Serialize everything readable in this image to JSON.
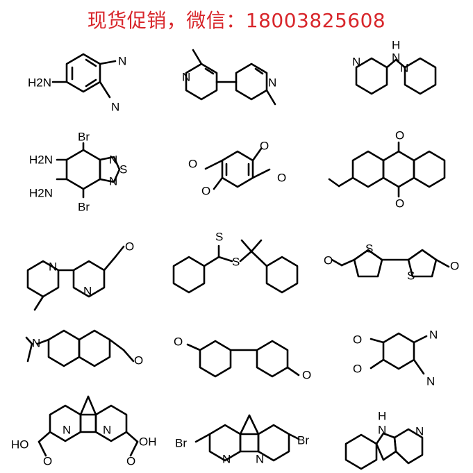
{
  "banner": {
    "text": "现货促销，微信：18003825608",
    "color": "#d8262b"
  },
  "molecules": [
    {
      "id": "m1",
      "labels": [
        "H2N",
        "N",
        "N"
      ]
    },
    {
      "id": "m2",
      "labels": [
        "N",
        "N"
      ]
    },
    {
      "id": "m3",
      "labels": [
        "N",
        "H",
        "N",
        "N"
      ]
    },
    {
      "id": "m4",
      "labels": [
        "Br",
        "H2N",
        "H2N",
        "N",
        "S",
        "N",
        "Br"
      ]
    },
    {
      "id": "m5",
      "labels": [
        "O",
        "O",
        "O",
        "O"
      ]
    },
    {
      "id": "m6",
      "labels": [
        "O",
        "O"
      ]
    },
    {
      "id": "m7",
      "labels": [
        "N",
        "N",
        "O"
      ]
    },
    {
      "id": "m8",
      "labels": [
        "S",
        "S"
      ]
    },
    {
      "id": "m9",
      "labels": [
        "O",
        "S",
        "S",
        "O"
      ]
    },
    {
      "id": "m10",
      "labels": [
        "N",
        "O"
      ]
    },
    {
      "id": "m11",
      "labels": [
        "O",
        "O"
      ]
    },
    {
      "id": "m12",
      "labels": [
        "O",
        "O",
        "N",
        "N"
      ]
    },
    {
      "id": "m13",
      "labels": [
        "HO",
        "O",
        "N",
        "N",
        "OH",
        "O"
      ]
    },
    {
      "id": "m14",
      "labels": [
        "Br",
        "N",
        "N",
        "Br"
      ]
    },
    {
      "id": "m15",
      "labels": [
        "H",
        "N",
        "N"
      ]
    }
  ]
}
